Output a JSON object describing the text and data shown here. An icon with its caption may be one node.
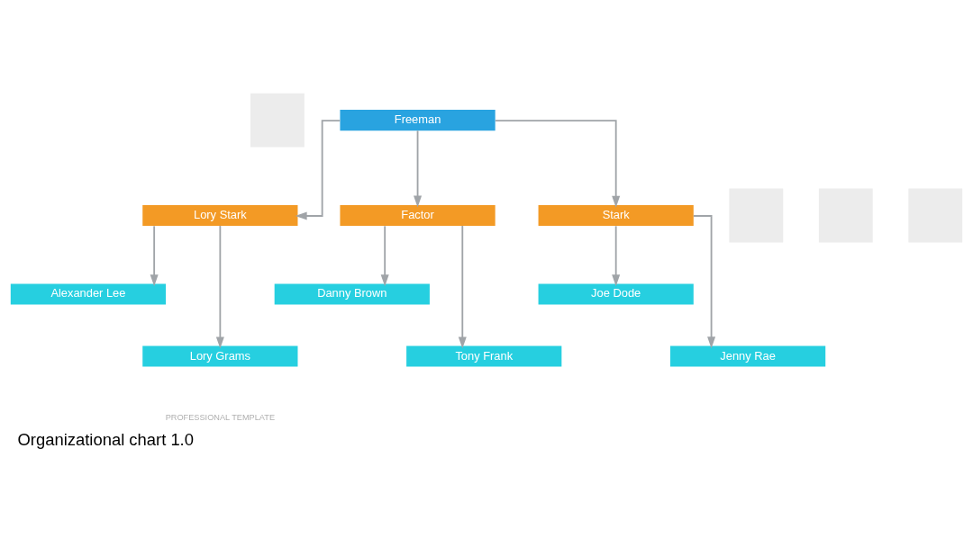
{
  "diagram": {
    "title": "Organizational chart 1.0",
    "nodes": [
      {
        "text": [
          "Freeman"
        ]
      },
      {
        "text": [
          "Lory Stark"
        ]
      },
      {
        "text": [
          "Factor"
        ]
      },
      {
        "text": [
          "Stark"
        ]
      },
      {
        "text": [
          "Alexander Lee"
        ]
      },
      {
        "text": [
          "Lory Grams"
        ]
      },
      {
        "text": [
          "Danny Brown"
        ]
      },
      {
        "text": [
          "Tony Frank"
        ]
      },
      {
        "text": [
          "Joe Dode"
        ]
      },
      {
        "text": [
          "Jenny Rae"
        ]
      },
      {
        "text": [],
        "shape": "box"
      },
      {
        "text": [],
        "shape": "box"
      },
      {
        "text": [],
        "shape": "box"
      },
      {
        "text": [],
        "shape": "box"
      }
    ],
    "edges": [
      {
        "from": 0,
        "to": 1,
        "arrow": "to"
      },
      {
        "from": 0,
        "to": 2,
        "arrow": "to"
      },
      {
        "from": 0,
        "to": 3,
        "arrow": "to"
      },
      {
        "from": 1,
        "to": 4,
        "arrow": "to"
      },
      {
        "from": 1,
        "to": 5,
        "arrow": "to"
      },
      {
        "from": 2,
        "to": 6,
        "arrow": "to"
      },
      {
        "from": 2,
        "to": 7,
        "arrow": "to"
      },
      {
        "from": 3,
        "to": 8,
        "arrow": "to"
      },
      {
        "from": 3,
        "to": 9,
        "arrow": "to"
      }
    ],
    "labels": [
      "PROFESSIONAL TEMPLATE"
    ]
  }
}
